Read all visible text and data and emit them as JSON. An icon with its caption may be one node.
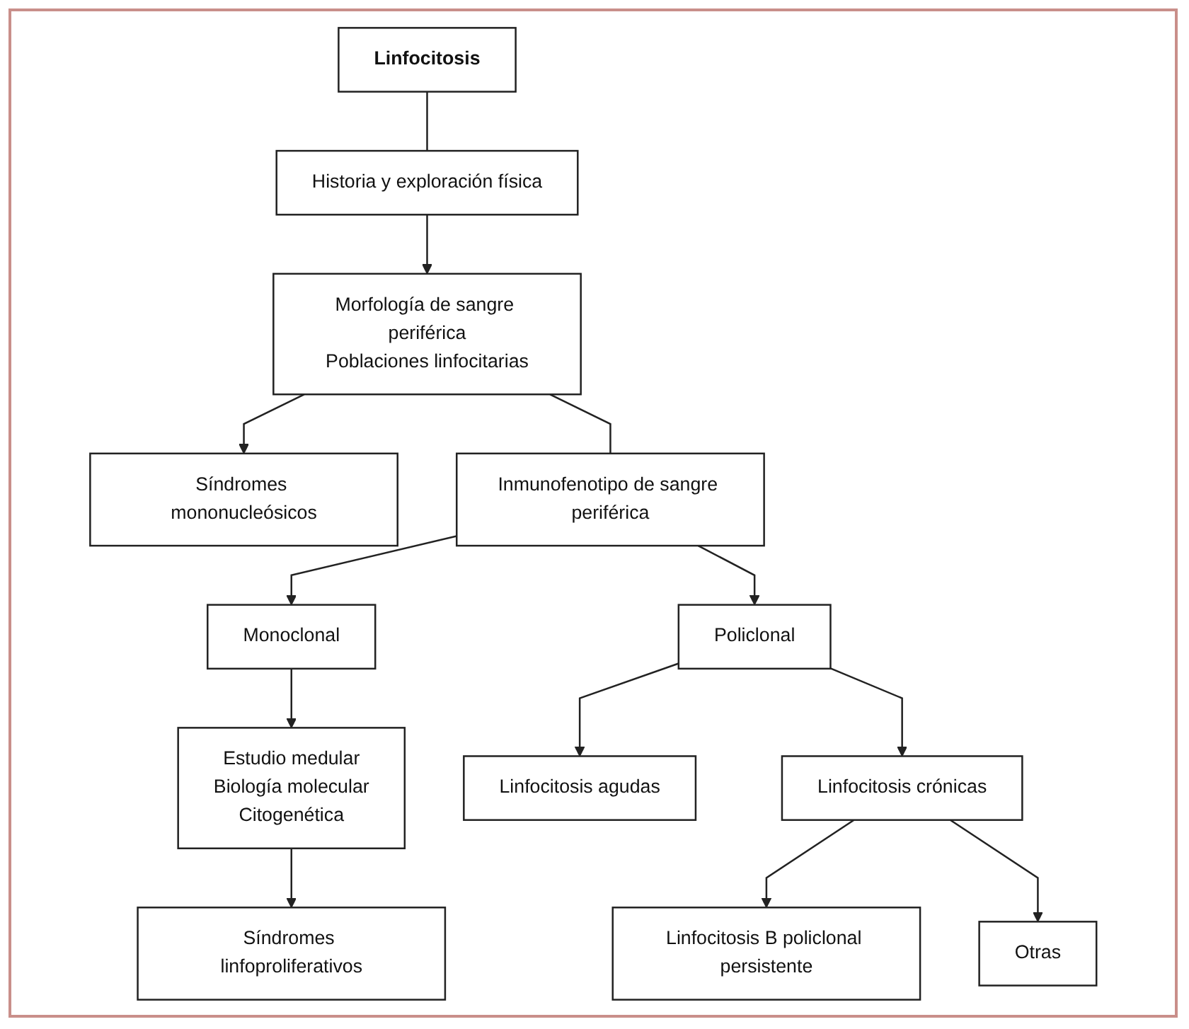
{
  "diagram": {
    "nodes": [
      {
        "text": [
          "Linfocitosis"
        ]
      },
      {
        "text": [
          "Historia y exploración física"
        ]
      },
      {
        "text": [
          "Morfología de sangre periférica",
          "Poblaciones linfocitarias"
        ]
      },
      {
        "text": [
          "Síndromes mononucleósicos"
        ]
      },
      {
        "text": [
          "Inmunofenotipo de sangre periférica"
        ]
      },
      {
        "text": [
          "Monoclonal"
        ]
      },
      {
        "text": [
          "Policlonal"
        ]
      },
      {
        "text": [
          "Estudio medular",
          "Biología molecular",
          "Citogenética"
        ]
      },
      {
        "text": [
          "Linfocitosis agudas"
        ]
      },
      {
        "text": [
          "Linfocitosis crónicas"
        ]
      },
      {
        "text": [
          "Síndromes linfoproliferativos"
        ]
      },
      {
        "text": [
          "Linfocitosis B policlonal persistente"
        ]
      },
      {
        "text": [
          "Otras"
        ]
      }
    ],
    "edges": [
      {
        "from": 0,
        "to": 1,
        "arrow": "none"
      },
      {
        "from": 1,
        "to": 2,
        "arrow": "to"
      },
      {
        "from": 2,
        "to": 3,
        "arrow": "to"
      },
      {
        "from": 2,
        "to": 4,
        "arrow": "none"
      },
      {
        "from": 4,
        "to": 5,
        "arrow": "to"
      },
      {
        "from": 4,
        "to": 6,
        "arrow": "to"
      },
      {
        "from": 5,
        "to": 7,
        "arrow": "to"
      },
      {
        "from": 6,
        "to": 8,
        "arrow": "to"
      },
      {
        "from": 6,
        "to": 9,
        "arrow": "to"
      },
      {
        "from": 7,
        "to": 10,
        "arrow": "to"
      },
      {
        "from": 9,
        "to": 11,
        "arrow": "to"
      },
      {
        "from": 9,
        "to": 12,
        "arrow": "to"
      }
    ]
  }
}
